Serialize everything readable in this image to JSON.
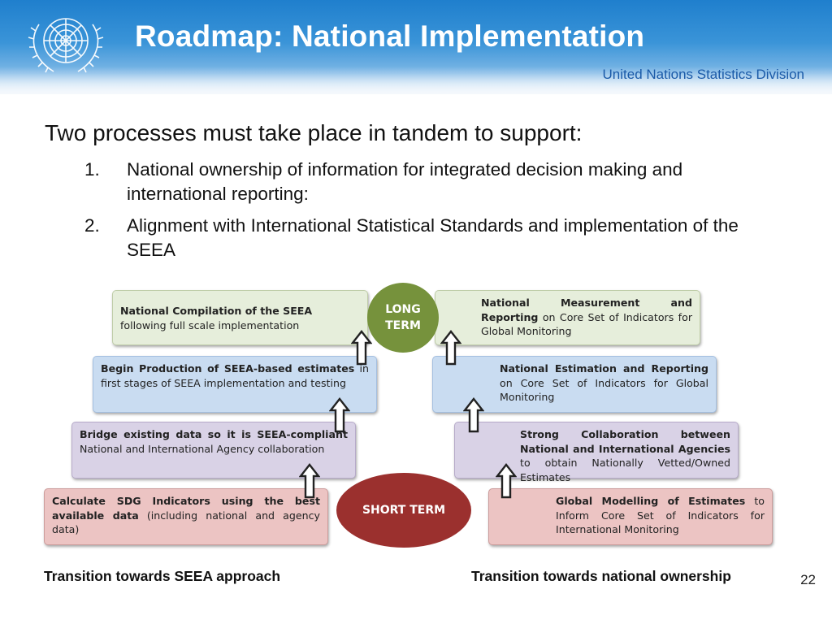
{
  "header": {
    "title": "Roadmap: National Implementation",
    "division": "United Nations Statistics Division"
  },
  "intro": "Two processes must take place in tandem to support:",
  "list": [
    {
      "num": "1.",
      "text": "National ownership of information for integrated decision making and international reporting:"
    },
    {
      "num": "2.",
      "text": "Alignment with International Statistical Standards and implementation of the SEEA"
    }
  ],
  "diagram": {
    "long_term": "LONG TERM",
    "short_term": "SHORT TERM",
    "left": [
      {
        "bold": "National Compilation of the SEEA",
        "rest": "following full scale implementation"
      },
      {
        "bold": "Begin Production of SEEA-based estimates",
        "rest": "in first stages of SEEA implementation and testing"
      },
      {
        "bold": "Bridge existing data so it is SEEA-compliant",
        "rest": "National and International Agency collaboration"
      },
      {
        "bold": "Calculate SDG Indicators using the best available data",
        "rest": "(including national and agency data)"
      }
    ],
    "right": [
      {
        "bold": "National Measurement and Reporting",
        "rest": "on Core Set of Indicators for Global Monitoring"
      },
      {
        "bold": "National Estimation and Reporting",
        "rest": "on Core Set of Indicators for Global Monitoring"
      },
      {
        "bold": "Strong Collaboration between National and International Agencies",
        "rest": "to obtain Nationally Vetted/Owned Estimates"
      },
      {
        "bold": "Global Modelling of Estimates",
        "rest": "to Inform Core Set of Indicators for International Monitoring"
      }
    ]
  },
  "footer": {
    "left": "Transition towards SEEA approach",
    "right": "Transition towards national ownership",
    "page": "22"
  }
}
